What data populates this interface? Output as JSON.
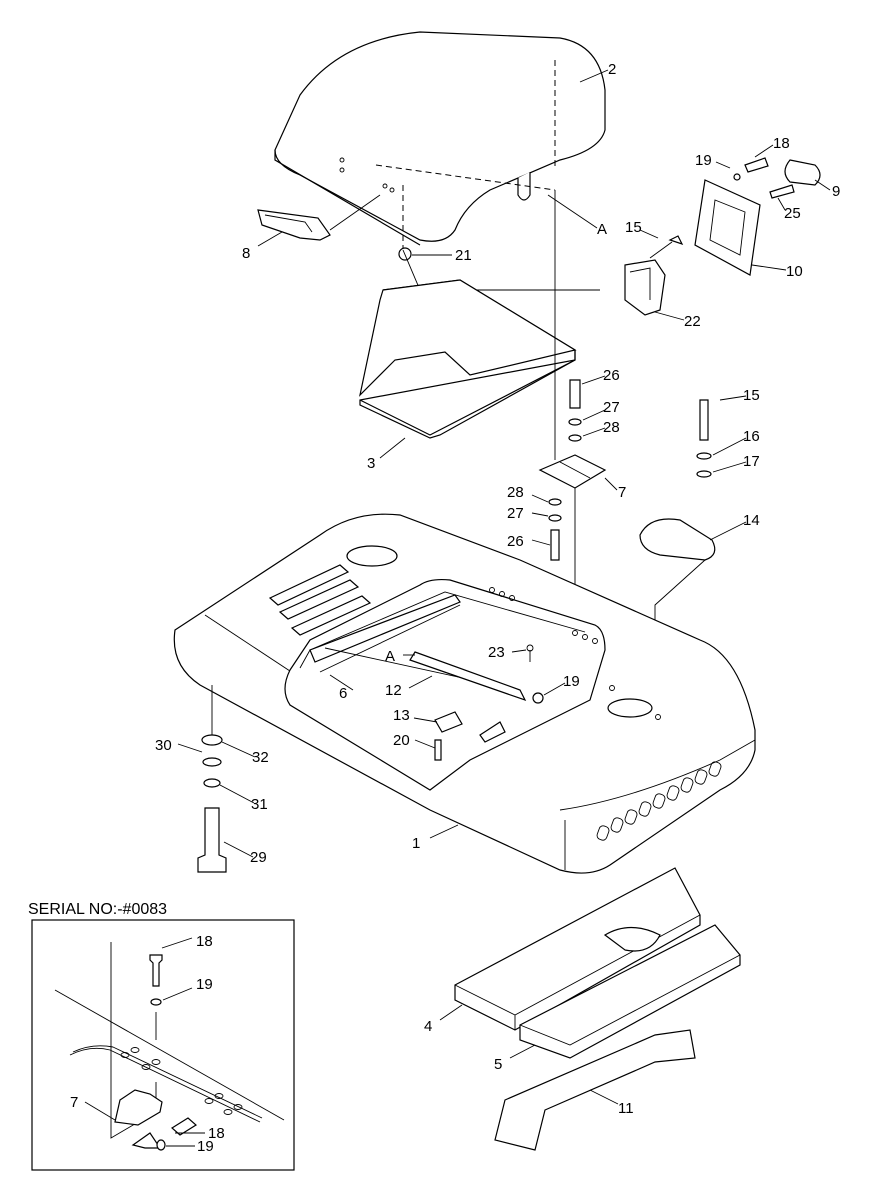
{
  "serial_note": "SERIAL NO:-#0083",
  "callouts": [
    "2",
    "18",
    "19",
    "9",
    "25",
    "8",
    "21",
    "A",
    "15",
    "10",
    "22",
    "26",
    "15",
    "27",
    "28",
    "16",
    "17",
    "3",
    "7",
    "28",
    "27",
    "14",
    "26",
    "A",
    "23",
    "6",
    "12",
    "19",
    "13",
    "20",
    "30",
    "32",
    "31",
    "1",
    "29",
    "4",
    "5",
    "11"
  ],
  "inset_callouts": [
    "18",
    "19",
    "7",
    "18",
    "19"
  ]
}
